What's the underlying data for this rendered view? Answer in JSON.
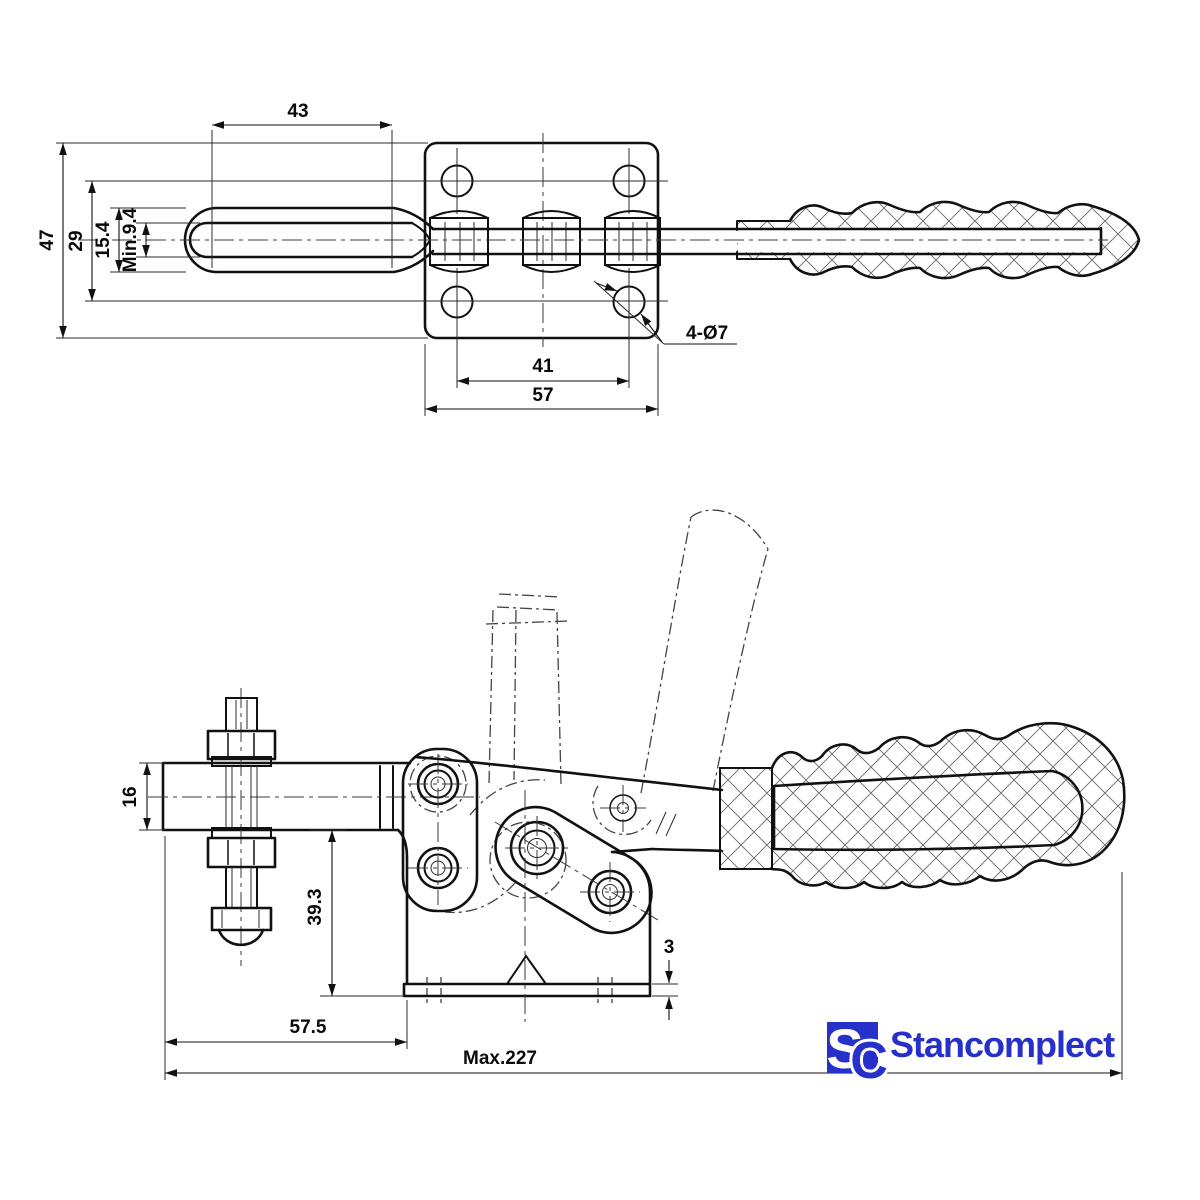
{
  "drawing": {
    "subject": "horizontal toggle clamp technical drawing",
    "line_color": "#111111",
    "background": "#ffffff"
  },
  "top_view": {
    "dim_arm_length": "43",
    "dim_plate_height": "47",
    "dim_hole_spacing_v": "29",
    "dim_arm_width": "15.4",
    "dim_slot_width": "Min.9.4",
    "dim_hole_spacing_h": "41",
    "dim_plate_width": "57",
    "hole_callout": "4-Ø7"
  },
  "side_view": {
    "dim_arm_height": "16",
    "dim_base_height": "39.3",
    "dim_base_thickness": "3",
    "dim_arm_offset": "57.5",
    "dim_overall_length": "Max.227"
  },
  "logo": {
    "mark_s": "S",
    "mark_c": "C",
    "wordmark": "Stancomplect",
    "color": "#2730c9",
    "mark_text_color": "#ffffff"
  }
}
